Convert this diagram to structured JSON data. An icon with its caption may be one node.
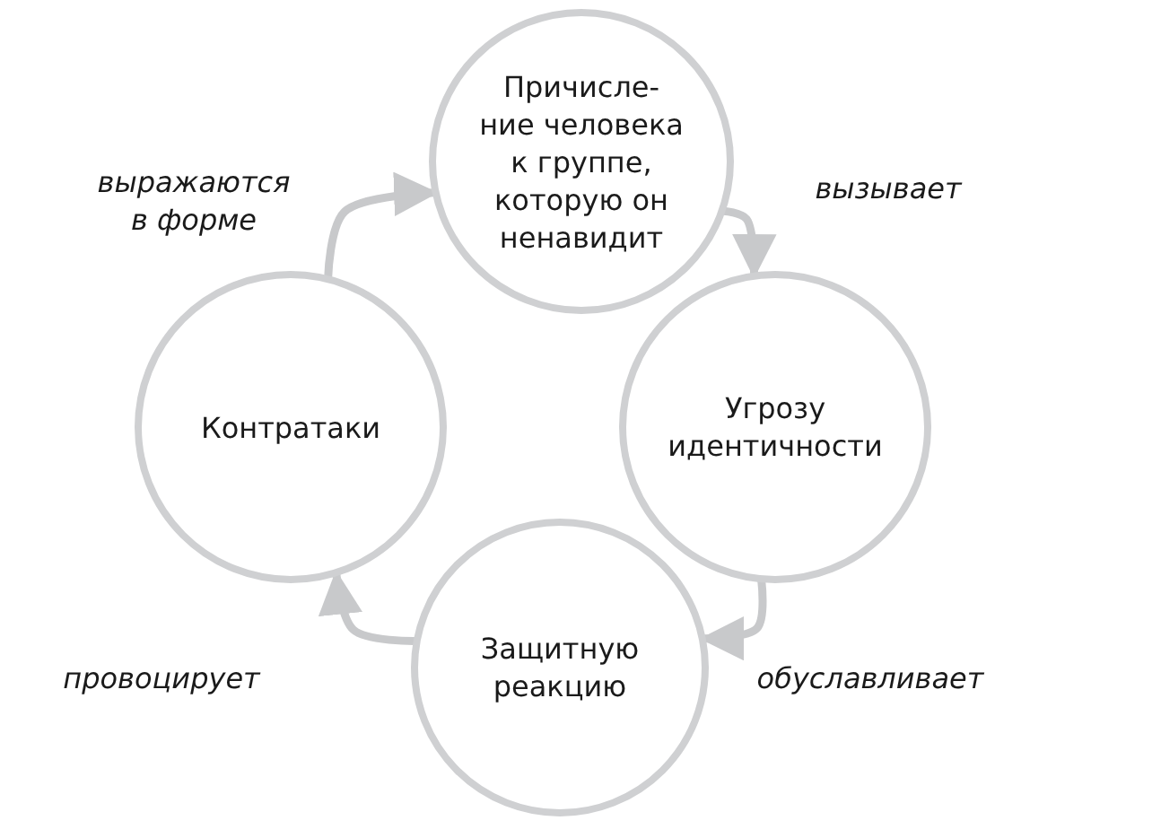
{
  "diagram": {
    "nodes": [
      {
        "text": [
          "Причисле-ние человека к группе, которую он ненавидит"
        ]
      },
      {
        "text": [
          "Угрозу идентичности"
        ]
      },
      {
        "text": [
          "Защитную реакцию"
        ]
      },
      {
        "text": [
          "Контратаки"
        ]
      }
    ],
    "edges": [
      {
        "from": 0,
        "to": 1,
        "arrow": "to",
        "label": "вызывает"
      },
      {
        "from": 1,
        "to": 2,
        "arrow": "to",
        "label": "обуславливает"
      },
      {
        "from": 2,
        "to": 3,
        "arrow": "to",
        "label": "провоцирует"
      },
      {
        "from": 3,
        "to": 0,
        "arrow": "to",
        "label": "выражаются в форме"
      }
    ]
  }
}
